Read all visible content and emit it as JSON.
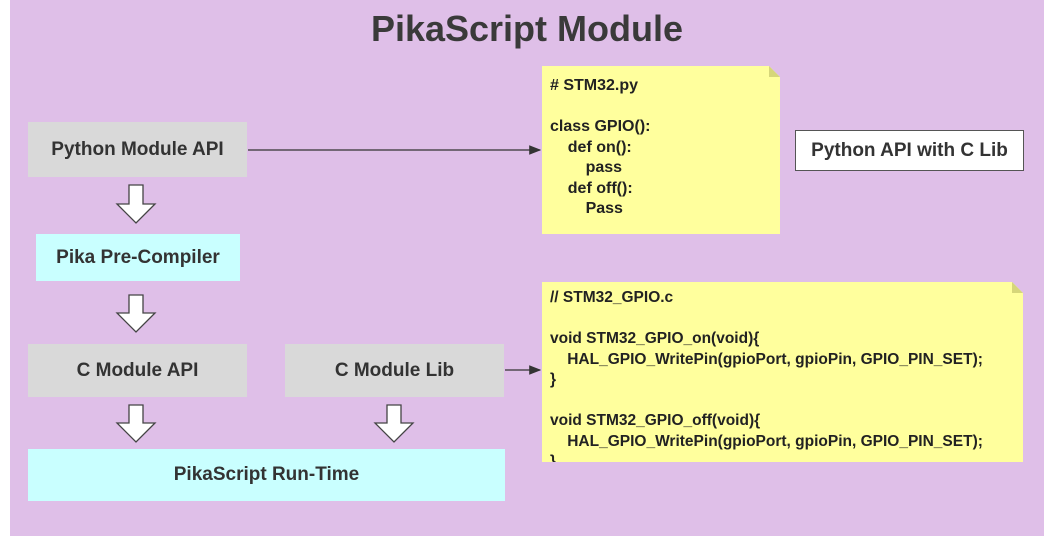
{
  "title": "PikaScript Module",
  "boxes": {
    "python_module_api": "Python Module API",
    "pika_pre_compiler": "Pika Pre-Compiler",
    "c_module_api": "C Module API",
    "c_module_lib": "C Module Lib",
    "pikascript_runtime": "PikaScript Run-Time"
  },
  "notes": {
    "python": "# STM32.py\n\nclass GPIO():\n    def on():\n        pass\n    def off():\n        Pass",
    "c": "// STM32_GPIO.c\n\nvoid STM32_GPIO_on(void){\n    HAL_GPIO_WritePin(gpioPort, gpioPin, GPIO_PIN_SET);\n}\n\nvoid STM32_GPIO_off(void){\n    HAL_GPIO_WritePin(gpioPort, gpioPin, GPIO_PIN_SET);\n}"
  },
  "tag": "Python API with C Lib",
  "colors": {
    "background": "#dfbfe8",
    "gray_box": "#d9d9d9",
    "cyan_box": "#c9ffff",
    "note": "#ffff9d",
    "arrow": "#333333"
  }
}
